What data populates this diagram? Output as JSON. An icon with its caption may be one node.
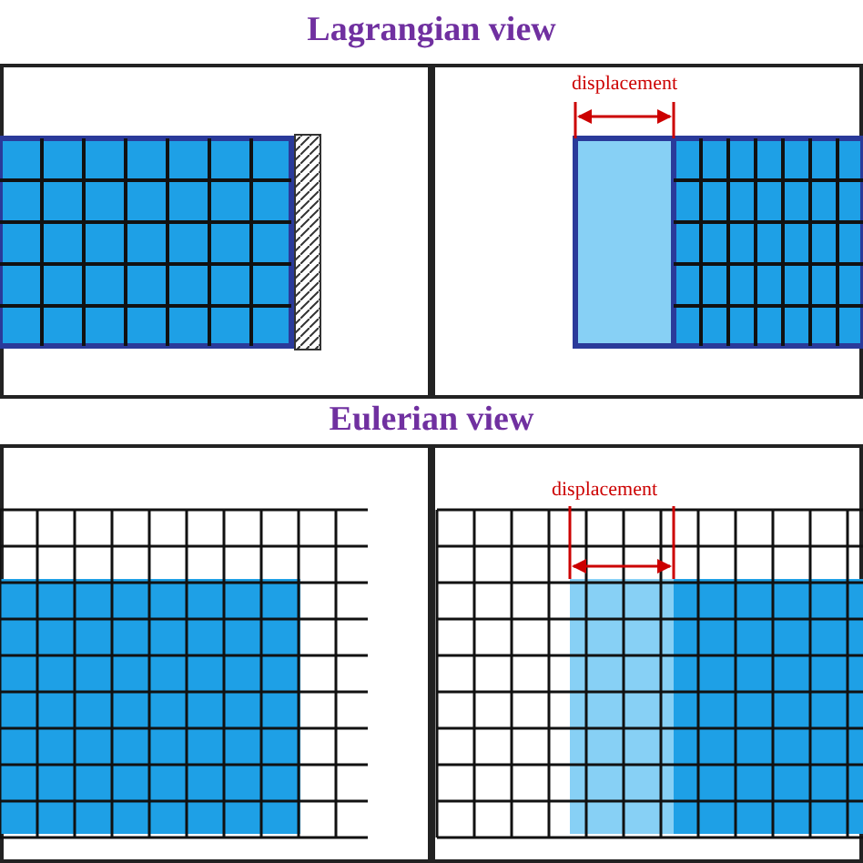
{
  "diagram": {
    "labels": [
      "Lagrangian view",
      "displacement",
      "Eulerian view",
      "displacement"
    ]
  }
}
